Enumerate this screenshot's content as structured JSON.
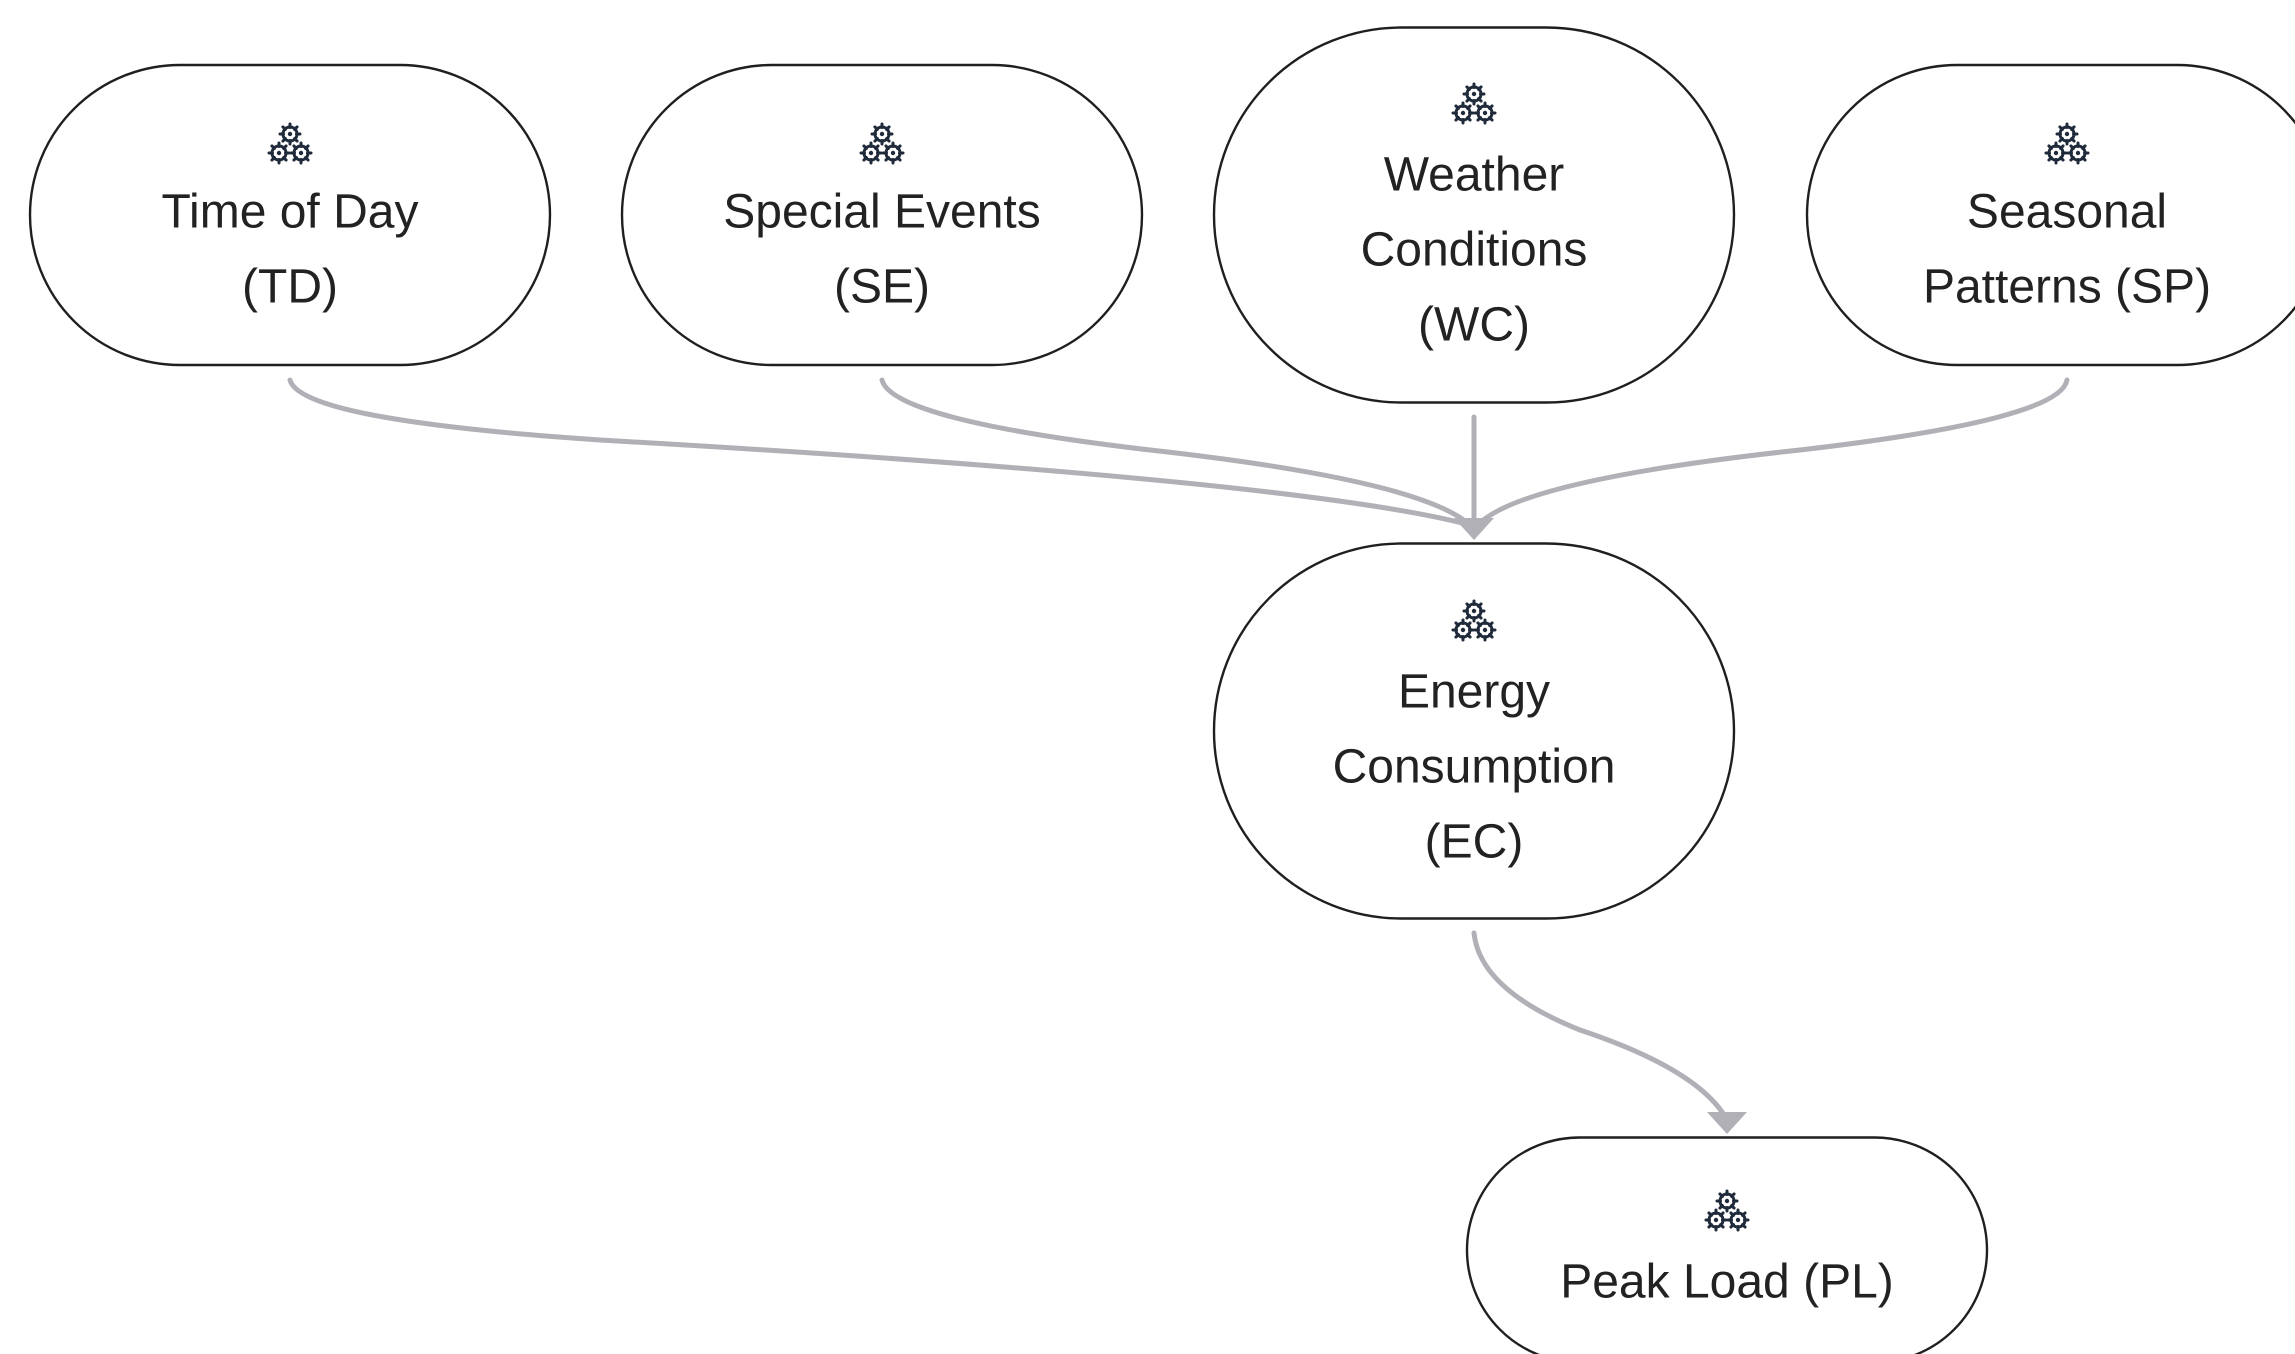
{
  "diagram": {
    "nodes": [
      {
        "id": "TD",
        "lines": [
          "Time of Day",
          "(TD)"
        ],
        "icon": "gears-icon"
      },
      {
        "id": "SE",
        "lines": [
          "Special Events",
          "(SE)"
        ],
        "icon": "gears-icon"
      },
      {
        "id": "WC",
        "lines": [
          "Weather",
          "Conditions",
          "(WC)"
        ],
        "icon": "gears-icon"
      },
      {
        "id": "SP",
        "lines": [
          "Seasonal",
          "Patterns (SP)"
        ],
        "icon": "gears-icon"
      },
      {
        "id": "EC",
        "lines": [
          "Energy",
          "Consumption",
          "(EC)"
        ],
        "icon": "gears-icon"
      },
      {
        "id": "PL",
        "lines": [
          "Peak Load (PL)"
        ],
        "icon": "gears-icon"
      }
    ],
    "edges": [
      {
        "from": "TD",
        "to": "EC"
      },
      {
        "from": "SE",
        "to": "EC"
      },
      {
        "from": "WC",
        "to": "EC"
      },
      {
        "from": "SP",
        "to": "EC"
      },
      {
        "from": "EC",
        "to": "PL"
      }
    ],
    "colors": {
      "node_stroke": "#1f1f1f",
      "edge": "#b0b0b6",
      "icon": "#1f2a3a",
      "text": "#222222"
    }
  }
}
